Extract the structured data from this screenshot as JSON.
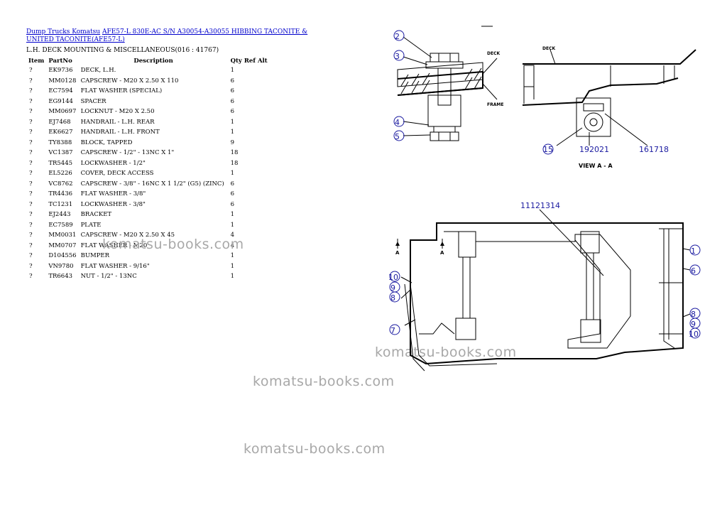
{
  "breadcrumb": {
    "root": "Dump Trucks Komatsu",
    "model": "AFE57-L 830E-AC S/N A30054-A30055 HIBBING TACONITE & UNITED TACONITE(AFE57-L)"
  },
  "section_title": "L.H. DECK MOUNTING & MISCELLANEOUS(016 : 41767)",
  "table": {
    "headers": [
      "Item",
      "PartNo",
      "Description",
      "Qty",
      "Ref",
      "Alt"
    ],
    "rows": [
      {
        "item": "?",
        "part": "EK9736",
        "desc": "DECK, L.H.",
        "qty": "1"
      },
      {
        "item": "?",
        "part": "MM0128",
        "desc": "CAPSCREW - M20 X 2.50 X 110",
        "qty": "6"
      },
      {
        "item": "?",
        "part": "EC7594",
        "desc": "FLAT WASHER (SPECIAL)",
        "qty": "6"
      },
      {
        "item": "?",
        "part": "EG9144",
        "desc": "SPACER",
        "qty": "6"
      },
      {
        "item": "?",
        "part": "MM0697",
        "desc": "LOCKNUT - M20 X 2.50",
        "qty": "6"
      },
      {
        "item": "?",
        "part": "EJ7468",
        "desc": "HANDRAIL - L.H. REAR",
        "qty": "1"
      },
      {
        "item": "?",
        "part": "EK6627",
        "desc": "HANDRAIL - L.H. FRONT",
        "qty": "1"
      },
      {
        "item": "?",
        "part": "TY8388",
        "desc": "BLOCK, TAPPED",
        "qty": "9"
      },
      {
        "item": "?",
        "part": "VC1387",
        "desc": "CAPSCREW - 1/2\" - 13NC X 1\"",
        "qty": "18"
      },
      {
        "item": "?",
        "part": "TR5445",
        "desc": "LOCKWASHER - 1/2\"",
        "qty": "18"
      },
      {
        "item": "?",
        "part": "EL5226",
        "desc": "COVER, DECK ACCESS",
        "qty": "1"
      },
      {
        "item": "?",
        "part": "VC8762",
        "desc": "CAPSCREW - 3/8\" - 16NC X 1 1/2\" (G5) (ZINC)",
        "qty": "6"
      },
      {
        "item": "?",
        "part": "TR4436",
        "desc": "FLAT WASHER - 3/8\"",
        "qty": "6"
      },
      {
        "item": "?",
        "part": "TC1231",
        "desc": "LOCKWASHER - 3/8\"",
        "qty": "6"
      },
      {
        "item": "?",
        "part": "EJ2443",
        "desc": "BRACKET",
        "qty": "1"
      },
      {
        "item": "?",
        "part": "EC7589",
        "desc": "PLATE",
        "qty": "1"
      },
      {
        "item": "?",
        "part": "MM0031",
        "desc": "CAPSCREW - M20 X 2.50 X 45",
        "qty": "4"
      },
      {
        "item": "?",
        "part": "MM0707",
        "desc": "FLAT WASHER - M20",
        "qty": "4"
      },
      {
        "item": "?",
        "part": "D104556",
        "desc": "BUMPER",
        "qty": "1"
      },
      {
        "item": "?",
        "part": "VN9780",
        "desc": "FLAT WASHER - 9/16\"",
        "qty": "1"
      },
      {
        "item": "?",
        "part": "TR6643",
        "desc": "NUT - 1/2\" - 13NC",
        "qty": "1"
      }
    ]
  },
  "watermark": "komatsu-books.com",
  "diagram": {
    "deck_label": "DECK",
    "frame_label": "FRAME",
    "view_label": "VIEW A - A",
    "section_marker": "A",
    "callouts": {
      "c2": "2",
      "c3": "3",
      "c4": "4",
      "c5": "5",
      "c15": "15",
      "c192021": "192021",
      "c161718": "161718",
      "c11121314": "11121314",
      "c1": "1",
      "c6": "6",
      "c7": "7",
      "c8": "8",
      "c9": "9",
      "c10": "10",
      "c8b": "8",
      "c9b": "9",
      "c10b": "10"
    }
  }
}
